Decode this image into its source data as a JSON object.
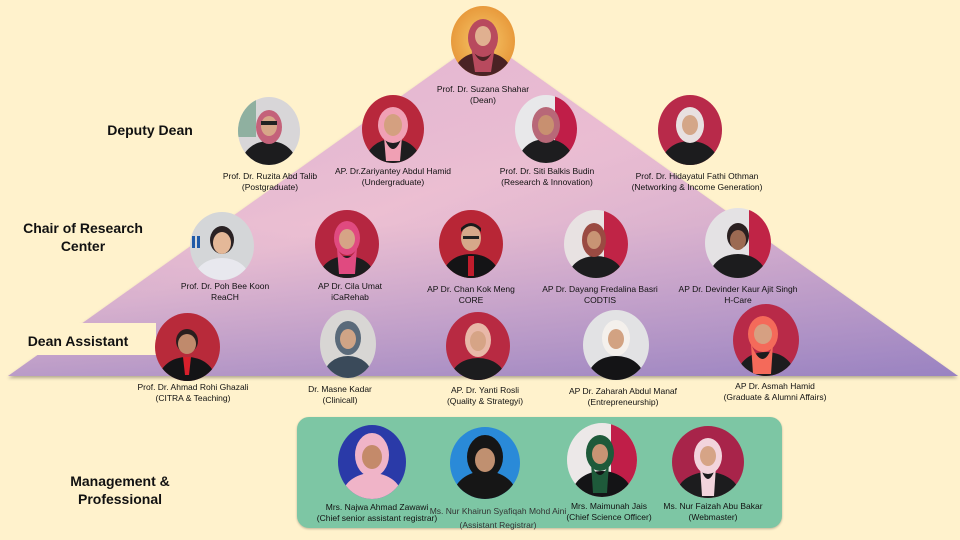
{
  "colors": {
    "background": "#fff2cc",
    "triangle_top": "#e8b9cf",
    "triangle_mid": "#f0c2d0",
    "triangle_bottom": "#9b84c0",
    "management_box": "#7dc6a4"
  },
  "levels": {
    "deputy_dean": "Deputy Dean",
    "chair_line1": "Chair of Research",
    "chair_line2": "Center",
    "dean_assistant": "Dean Assistant",
    "management": "Management & Professional"
  },
  "dean": {
    "name": "Prof. Dr. Suzana Shahar",
    "role": "(Dean)"
  },
  "deputy_deans": [
    {
      "name": "Prof. Dr. Ruzita Abd Talib",
      "role": "(Postgraduate)"
    },
    {
      "name": "AP. Dr.Zariyantey Abdul Hamid",
      "role": "(Undergraduate)"
    },
    {
      "name": "Prof. Dr. Siti Balkis Budin",
      "role": "(Research & Innovation)"
    },
    {
      "name": "Prof. Dr. Hidayatul Fathi Othman",
      "role": "(Networking & Income Generation)"
    }
  ],
  "research_chairs": [
    {
      "name": "Prof. Dr. Poh Bee Koon",
      "role": "ReaCH"
    },
    {
      "name": "AP  Dr. Cila Umat",
      "role": "iCaRehab"
    },
    {
      "name": "AP  Dr. Chan Kok Meng",
      "role": "CORE"
    },
    {
      "name": "AP Dr. Dayang Fredalina Basri",
      "role": "CODTIS"
    },
    {
      "name": "AP  Dr. Devinder Kaur Ajit Singh",
      "role": "H-Care"
    }
  ],
  "dean_assistants": [
    {
      "name": "Prof. Dr. Ahmad Rohi Ghazali",
      "role": "(CITRA & Teaching)"
    },
    {
      "name": "Dr. Masne Kadar",
      "role": "(Clinicall)"
    },
    {
      "name": "AP.  Dr. Yanti Rosli",
      "role": "(Quality & Strategyi)"
    },
    {
      "name": "AP Dr. Zaharah Abdul Manaf",
      "role": "(Entrepreneurship)"
    },
    {
      "name": "AP Dr. Asmah Hamid",
      "role": "(Graduate & Alumni Affairs)"
    }
  ],
  "management": [
    {
      "name": "Mrs. Najwa Ahmad Zawawi",
      "role": "(Chief senior assistant registrar)"
    },
    {
      "name": "Ms. Nur Khairun Syafiqah Mohd Aini",
      "role": "(Assistant Registrar)"
    },
    {
      "name": "Mrs. Maimunah Jais",
      "role": "(Chief Science Officer)"
    },
    {
      "name": "Ms. Nur Faizah Abu Bakar",
      "role": "(Webmaster)"
    }
  ]
}
